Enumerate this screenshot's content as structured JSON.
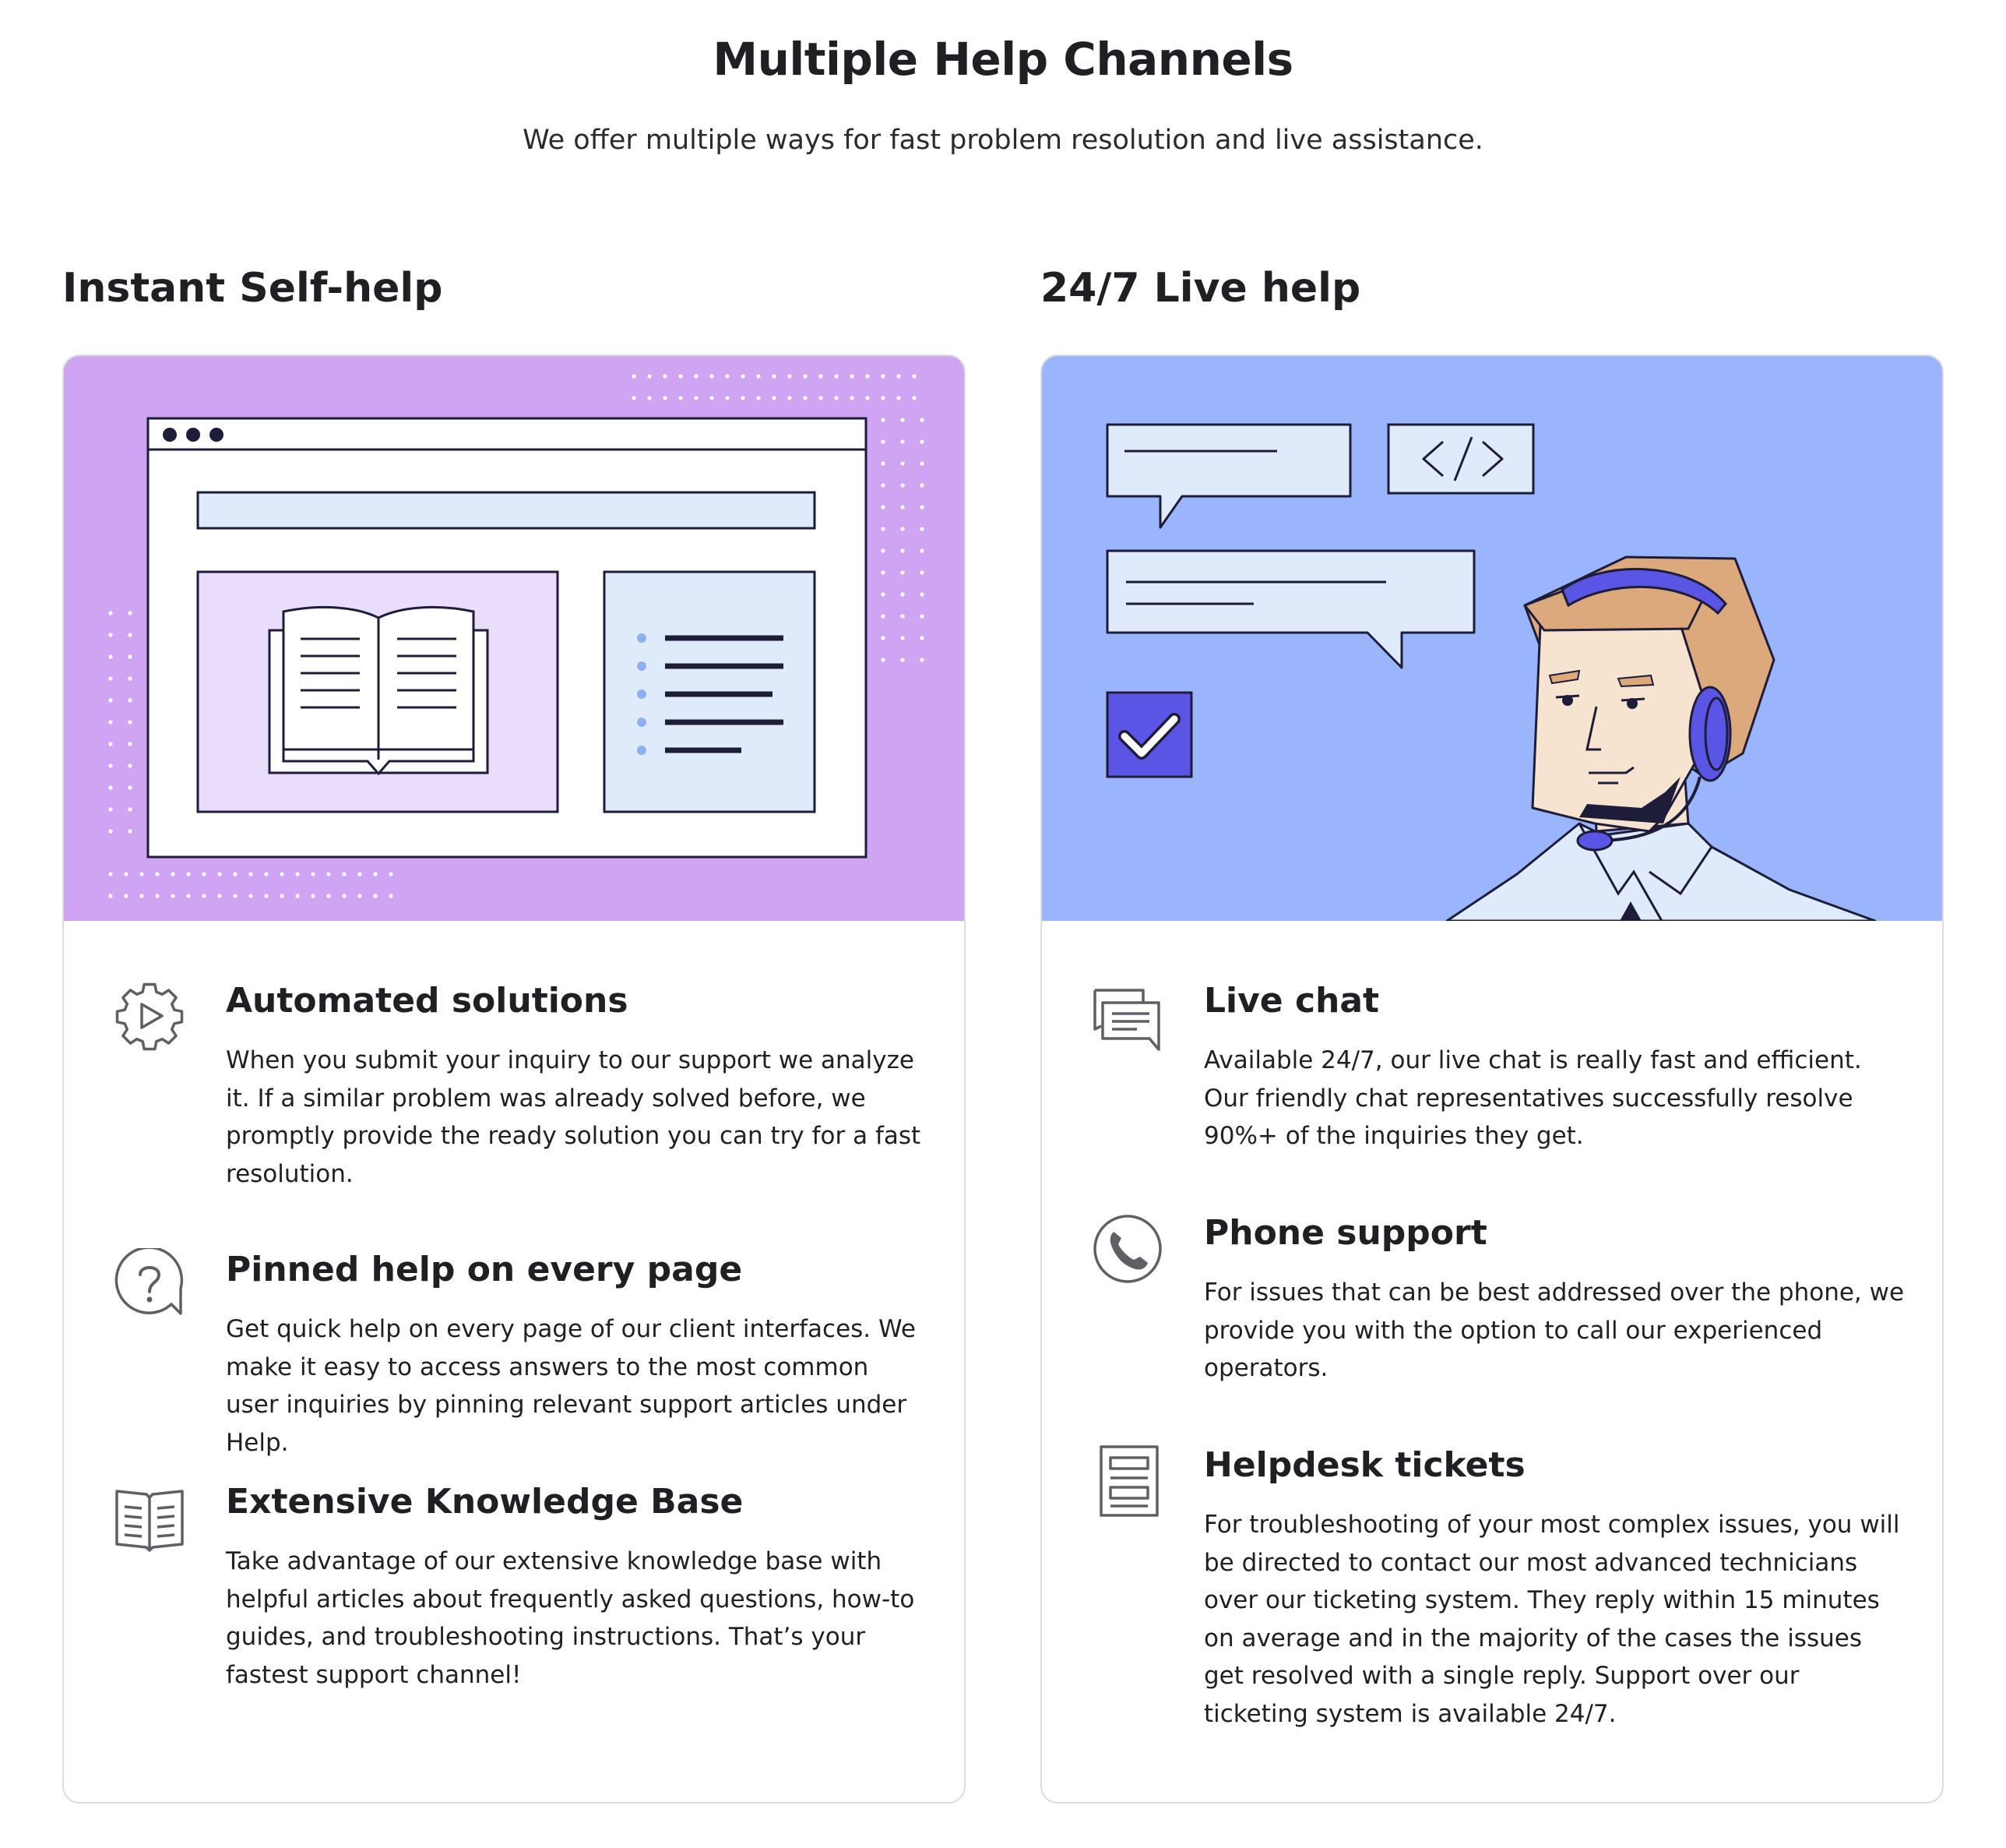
{
  "header": {
    "title": "Multiple Help Channels",
    "subtitle": "We offer multiple ways for fast problem resolution and live assistance."
  },
  "self_help": {
    "title": "Instant Self-help",
    "illustration_bg": "#cfa4f2",
    "features": [
      {
        "icon": "gear-play-icon",
        "title": "Automated solutions",
        "text": "When you submit your inquiry to our support we analyze it. If a similar problem was already solved before, we promptly provide the ready solution you can try for a fast resolution."
      },
      {
        "icon": "question-bubble-icon",
        "title": "Pinned help on every page",
        "text": "Get quick help on every page of our client interfaces. We make it easy to access answers to the most common user inquiries by pinning relevant support articles under Help."
      },
      {
        "icon": "book-icon",
        "title": "Extensive Knowledge Base",
        "text": "Take advantage of our extensive knowledge base with helpful articles about frequently asked questions, how-to guides, and troubleshooting instructions. That’s your fastest support channel!"
      }
    ]
  },
  "live_help": {
    "title": "24/7 Live help",
    "illustration_bg": "#9ab5fb",
    "features": [
      {
        "icon": "chat-bubbles-icon",
        "title": "Live chat",
        "text": "Available 24/7, our live chat is really fast and efficient. Our friendly chat representatives successfully resolve 90%+ of the inquiries they get."
      },
      {
        "icon": "phone-icon",
        "title": "Phone support",
        "text": "For issues that can be best addressed over the phone, we provide you with the option to call our experienced operators."
      },
      {
        "icon": "ticket-document-icon",
        "title": "Helpdesk tickets",
        "text": "For troubleshooting of your most complex issues, you will be directed to contact our most advanced technicians over our ticketing system. They reply within 15 minutes on average and in the majority of the cases the issues get resolved with a single reply. Support over our ticketing system is available 24/7."
      }
    ]
  },
  "colors": {
    "text": "#1f1f24",
    "line": "#1d1d3a",
    "accent_indigo": "#5b55e6",
    "light_panel": "#dfeafb",
    "light_lilac": "#eadcfb",
    "skin": "#f6e4d1",
    "hair": "#dba97b",
    "icon_gray": "#5f5f66"
  }
}
